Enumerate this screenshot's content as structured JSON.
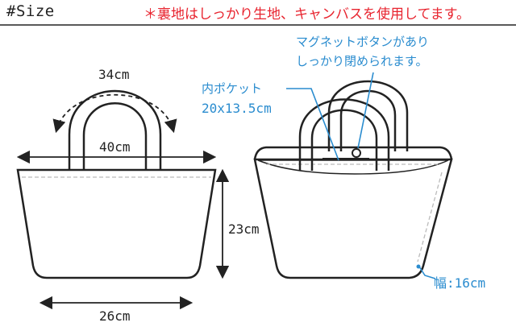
{
  "header": {
    "size_label": "#Size",
    "note": "＊裏地はしっかり生地、キャンバスを使用してます。"
  },
  "dimensions": {
    "handle": "34cm",
    "top_width": "40cm",
    "height": "23cm",
    "bottom_width": "26cm",
    "depth": "幅:16cm"
  },
  "callouts": {
    "magnet_line1": "マグネットボタンがあり",
    "magnet_line2": "しっかり閉められます。",
    "pocket_label": "内ポケット",
    "pocket_size": "20x13.5cm"
  },
  "colors": {
    "note_red": "#e8242f",
    "callout_blue": "#2a8ccf",
    "outline": "#222222"
  }
}
